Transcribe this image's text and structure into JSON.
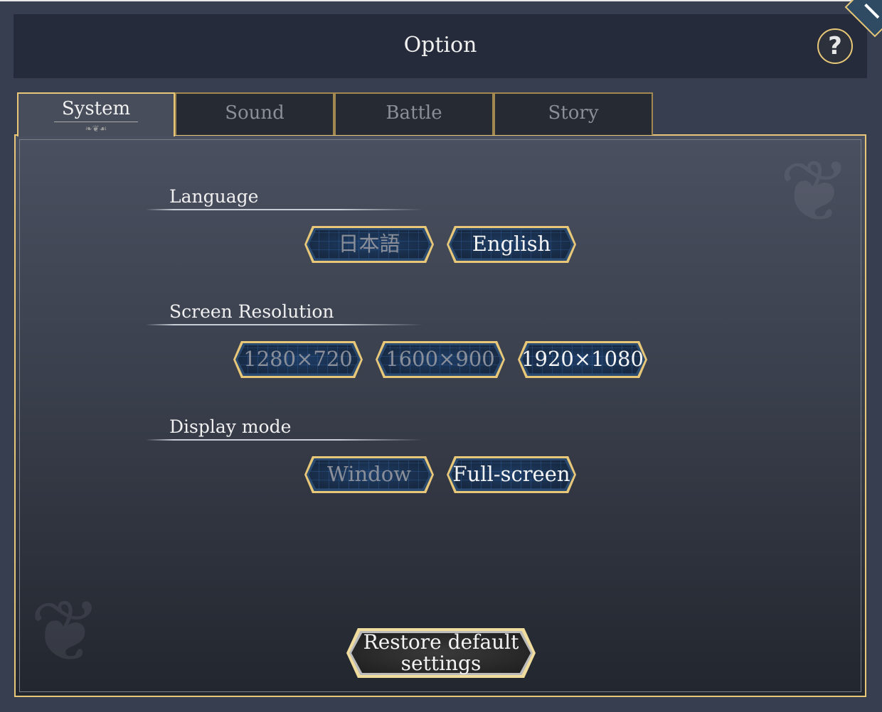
{
  "header": {
    "title": "Option",
    "help_label": "?"
  },
  "tabs": [
    {
      "label": "System",
      "active": true
    },
    {
      "label": "Sound"
    },
    {
      "label": "Battle"
    },
    {
      "label": "Story"
    }
  ],
  "sections": {
    "language": {
      "label": "Language",
      "options": [
        "日本語",
        "English"
      ],
      "selected": "English"
    },
    "resolution": {
      "label": "Screen Resolution",
      "options": [
        "1280×720",
        "1600×900",
        "1920×1080"
      ],
      "selected": "1920×1080"
    },
    "display": {
      "label": "Display mode",
      "options": [
        "Window",
        "Full-screen"
      ],
      "selected": "Full-screen"
    }
  },
  "restore": {
    "line1": "Restore default",
    "line2": "settings"
  },
  "colors": {
    "gold": "#e8c878",
    "header_bg": "#252b3a",
    "outer_bg": "#363e50"
  }
}
